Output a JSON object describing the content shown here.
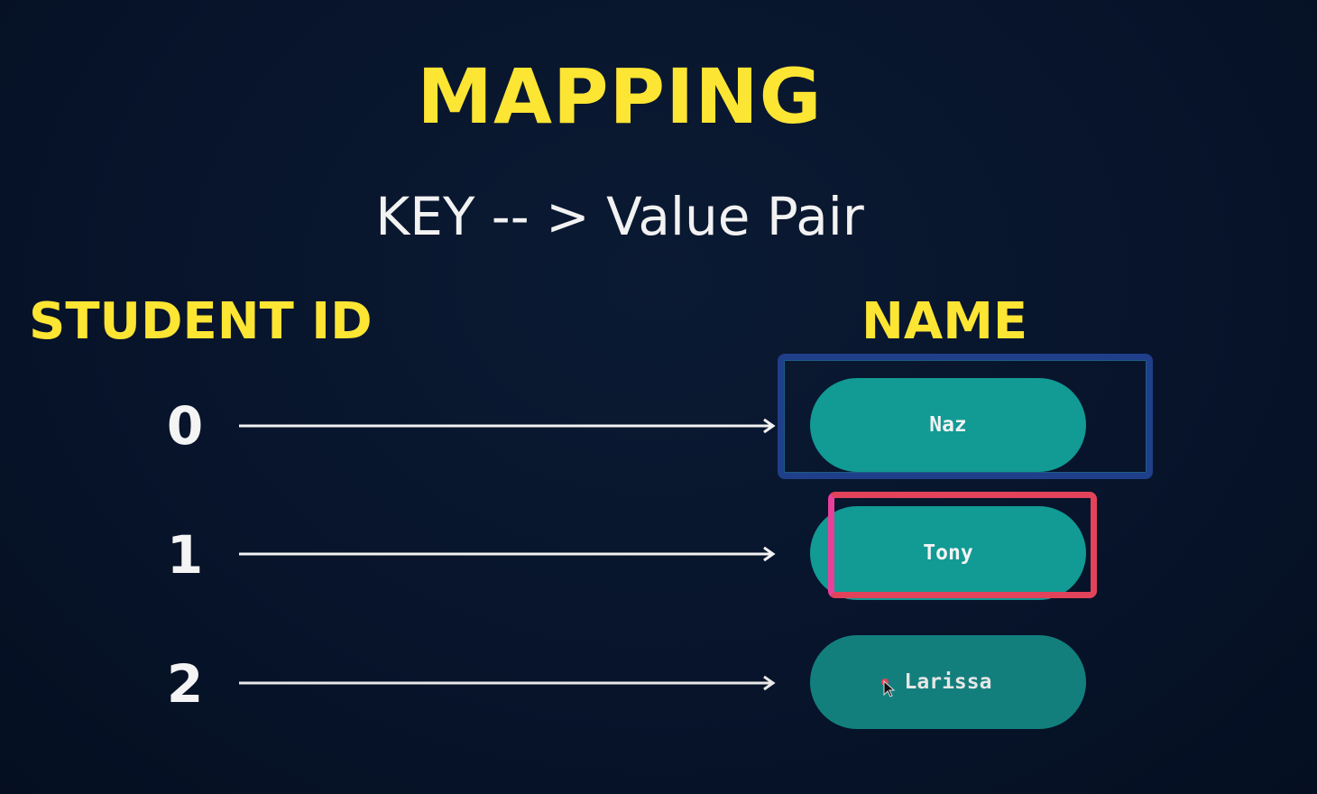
{
  "title": "MAPPING",
  "subtitle": "KEY -- > Value Pair",
  "headers": {
    "key": "STUDENT ID",
    "value": "NAME"
  },
  "rows": [
    {
      "key": "0",
      "value": "Naz"
    },
    {
      "key": "1",
      "value": "Tony"
    },
    {
      "key": "2",
      "value": "Larissa"
    }
  ],
  "colors": {
    "background": "#07142b",
    "heading": "#fde533",
    "pill": "#129a94",
    "highlight_blue": "#1f3f8a",
    "highlight_red": "#e2435a"
  },
  "icons": {
    "arrow": "right-arrow",
    "cursor": "mouse-pointer"
  }
}
